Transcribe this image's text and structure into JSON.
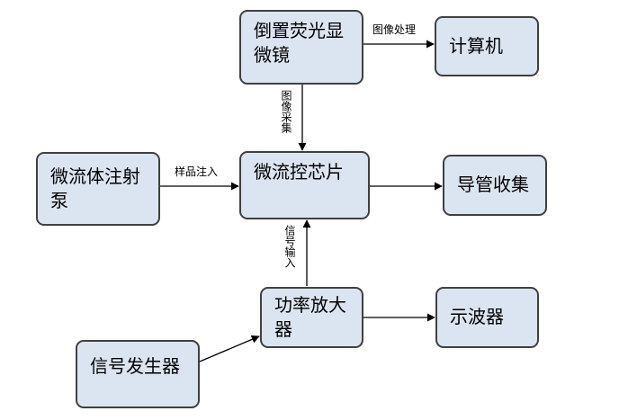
{
  "diagram": {
    "nodes": {
      "microscope": "倒置荧光显微镜",
      "computer": "计算机",
      "syringe_pump": "微流体注射泵",
      "chip": "微流控芯片",
      "tube_collect": "导管收集",
      "amplifier": "功率放大器",
      "oscilloscope": "示波器",
      "signal_generator": "信号发生器"
    },
    "edges": {
      "image_processing": "图像处理",
      "image_acquisition": "图像采集",
      "sample_injection": "样品注入",
      "signal_input": "信号输入"
    },
    "colors": {
      "node_fill": "#dbe5f1",
      "node_border": "#404040",
      "arrow": "#000000"
    }
  }
}
